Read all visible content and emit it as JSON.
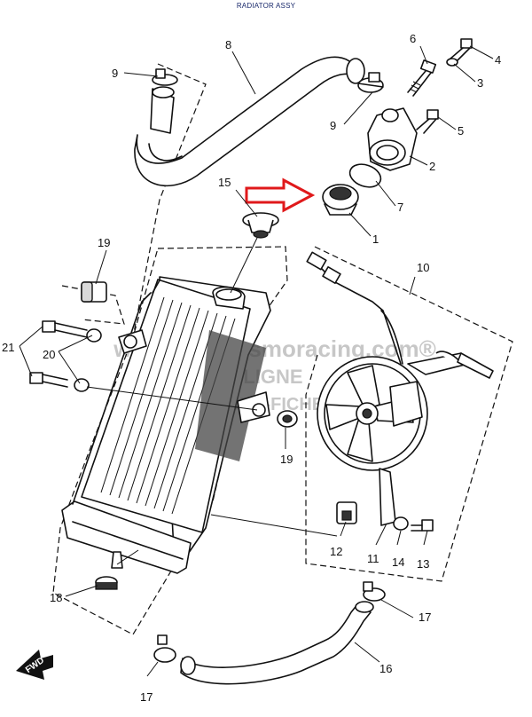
{
  "title": "RADIATOR ASSY",
  "watermark": {
    "line1": "www.spareusmoracing.com®",
    "line2": "LIGNE",
    "line3": "MOTO-FICHE"
  },
  "fwd_label": "FWD",
  "part_numbers": {
    "p1": "1",
    "p2": "2",
    "p3": "3",
    "p4": "4",
    "p5": "5",
    "p6": "6",
    "p7": "7",
    "p8": "8",
    "p9a": "9",
    "p9b": "9",
    "p10": "10",
    "p11": "11",
    "p12": "12",
    "p13": "13",
    "p14": "14",
    "p15": "15",
    "p16": "16",
    "p17a": "17",
    "p17b": "17",
    "p18": "18",
    "p19a": "19",
    "p19b": "19",
    "p20": "20",
    "p21": "21"
  },
  "colors": {
    "lines": "#111111",
    "highlight_arrow": "#e0191b",
    "title": "#1a2a6c"
  }
}
